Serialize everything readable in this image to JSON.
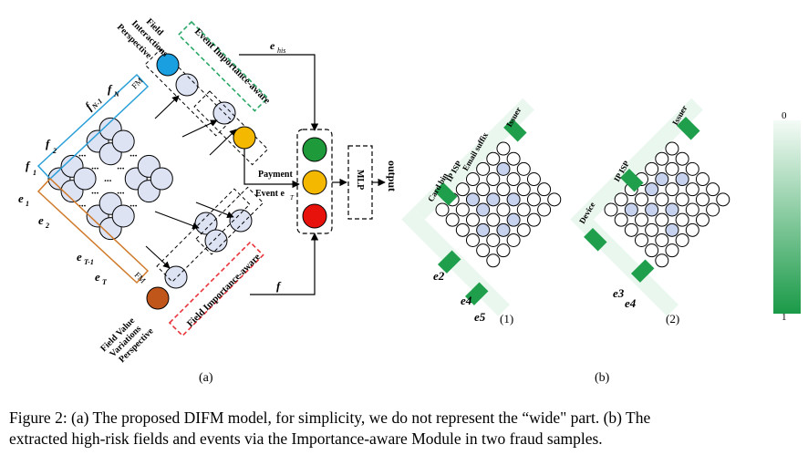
{
  "panel_a": {
    "label": "(a)",
    "field_interactions_perspective": [
      "Field",
      "Interactions",
      "Perspective"
    ],
    "field_value_variations_perspective": [
      "Field Value",
      "Variations",
      "Perspective"
    ],
    "event_importance_aware": "Event Importance-aware",
    "field_importance_aware": "Field Importance-aware",
    "fm_top": "FM",
    "fm_bottom": "FM",
    "e_his": "e",
    "e_his_sub": "his",
    "payment_event": "Payment",
    "event_line": "Event e",
    "event_sub": "T",
    "mlp": "MLP",
    "output": "output",
    "f_label": "f",
    "f_sub_labels": [
      "f",
      "f",
      "f",
      "f"
    ],
    "f_subscripts": [
      "1",
      "2",
      "N-1",
      "N"
    ],
    "e_labels": [
      "e",
      "e",
      "e",
      "e"
    ],
    "e_subscripts": [
      "1",
      "2",
      "T-1",
      "T"
    ],
    "ellipsis": "..."
  },
  "panel_b": {
    "label": "(b)",
    "sample1_label": "(1)",
    "sample2_label": "(2)",
    "sample1_fields": [
      "Card bin",
      "IP ISP",
      "Email suffix",
      "Issuer"
    ],
    "sample2_fields": [
      "IP ISP",
      "Issuer",
      "Device"
    ],
    "sample1_events": [
      "e2",
      "e4",
      "e5"
    ],
    "sample2_events": [
      "e3",
      "e4"
    ],
    "colorbar_top": "0",
    "colorbar_bottom": "1"
  },
  "colors": {
    "blue_node": "#1a9fe0",
    "brown_node": "#c0561a",
    "yellow_node": "#f5b800",
    "green_node": "#1e9a3a",
    "red_node": "#e8120c",
    "node_fill": "#dde3f3",
    "event_box": "#2aa866",
    "field_box": "#e8343a",
    "heat_dark": "#1f9e4c",
    "heat_light": "#e9f7ee"
  },
  "caption": {
    "line1": "Figure 2: (a) The proposed DIFM model, for simplicity, we do not represent the “wide\" part. (b) The",
    "line2": "extracted high-risk fields and events via the Importance-aware Module in two fraud samples."
  }
}
